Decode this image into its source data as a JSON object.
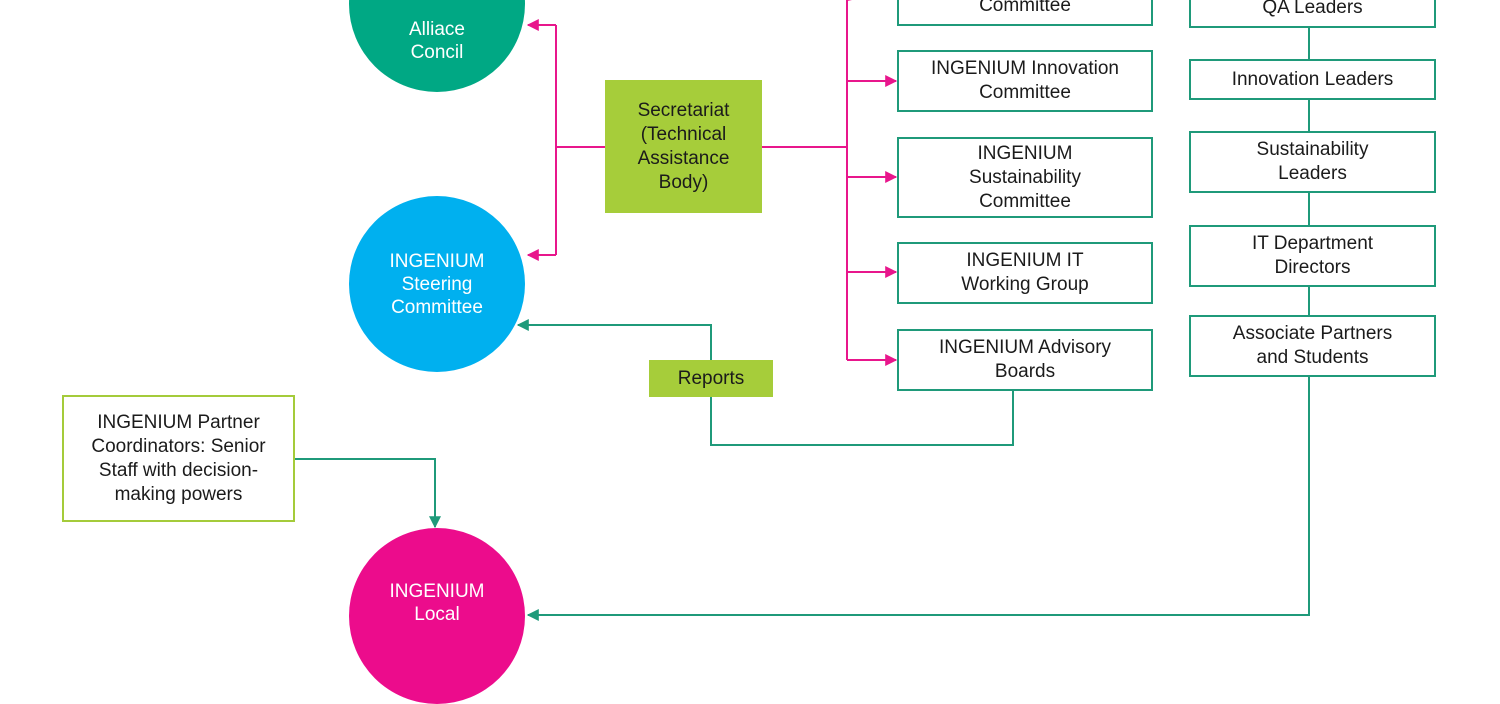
{
  "colors": {
    "green_circle": "#00a884",
    "blue_circle": "#00b0ef",
    "magenta_circle": "#ec0c8c",
    "magenta_line": "#e8168c",
    "teal_line": "#1f9a7a",
    "lime_fill": "#a6cd3a",
    "lime_border": "#a4cb3a"
  },
  "circles": {
    "alliance_council": "Alliace\nConcil",
    "steering_committee": "INGENIUM\nSteering\nCommittee",
    "local": "INGENIUM\nLocal"
  },
  "secretariat": "Secretariat\n(Technical\nAssistance\nBody)",
  "reports": "Reports",
  "committees": {
    "top_partial": "Committee",
    "innovation": "INGENIUM Innovation\nCommittee",
    "sustainability": "INGENIUM\nSustainability\nCommittee",
    "it_working_group": "INGENIUM IT\nWorking Group",
    "advisory_boards": "INGENIUM Advisory\nBoards"
  },
  "leaders": {
    "qa": "QA Leaders",
    "innovation": "Innovation Leaders",
    "sustainability": "Sustainability\nLeaders",
    "it_directors": "IT Department\nDirectors",
    "associates": "Associate Partners\nand Students"
  },
  "partner_coordinators": "INGENIUM Partner\nCoordinators: Senior\nStaff with decision-\nmaking powers"
}
